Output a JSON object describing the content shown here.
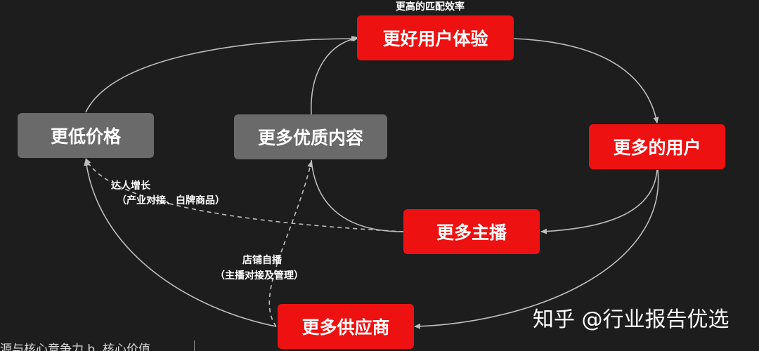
{
  "nodes": {
    "better_experience": "更好用户体验",
    "more_users": "更多的用户",
    "more_streamers": "更多主播",
    "more_suppliers": "更多供应商",
    "lower_price": "更低价格",
    "quality_content": "更多优质内容"
  },
  "labels": {
    "top_efficiency": "更高的匹配效率",
    "influencer_growth": "达人增长",
    "influencer_detail": "（产业对接、白牌商品）",
    "store_live": "店铺自播",
    "store_live_detail": "（主播对接及管理）"
  },
  "watermark": "知乎 @行业报告优选",
  "bottom_text": "源与核心竞争力 b. 核心价值",
  "colors": {
    "red": "#ee1111",
    "gray": "#6a6a6a",
    "arrow": "#bdbdbd"
  }
}
